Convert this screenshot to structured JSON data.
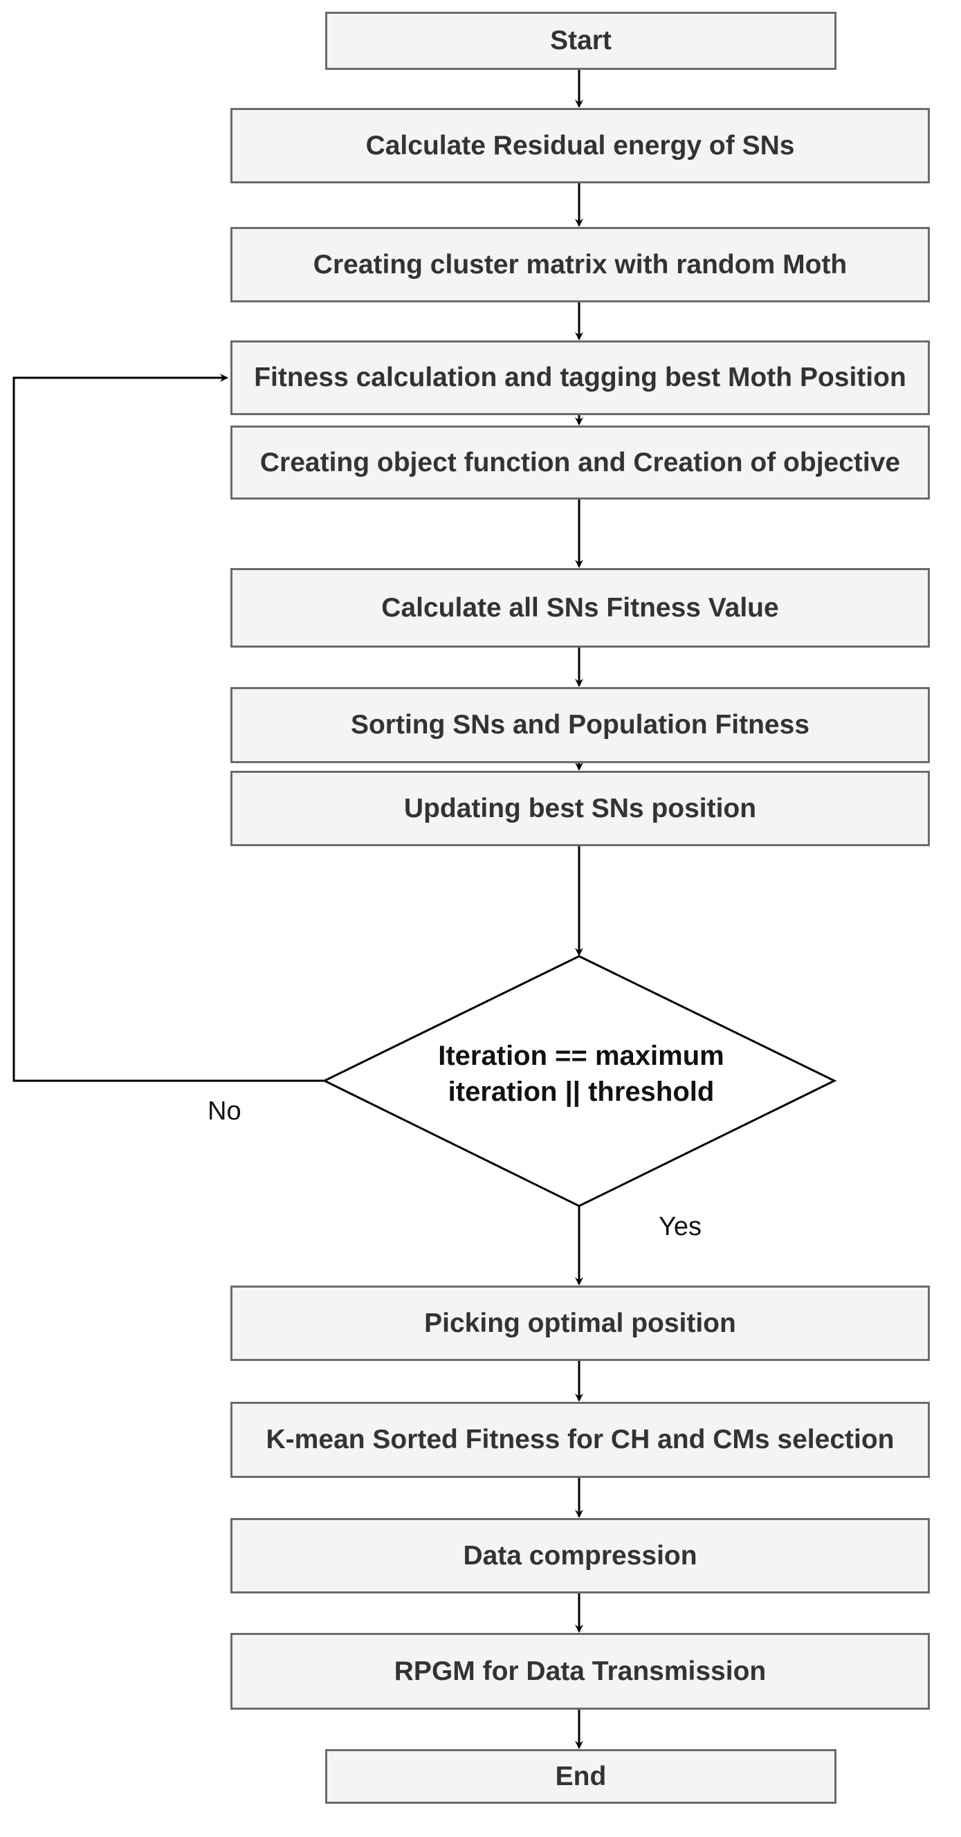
{
  "flowchart": {
    "start": "Start",
    "steps": [
      "Calculate Residual energy of SNs",
      "Creating cluster matrix with random Moth",
      "Fitness calculation and tagging best Moth Position",
      "Creating object function and Creation of objective",
      "Calculate all SNs Fitness Value",
      "Sorting SNs and Population Fitness",
      "Updating best SNs position"
    ],
    "decision": "Iteration == maximum iteration || threshold",
    "no_label": "No",
    "yes_label": "Yes",
    "after_steps": [
      "Picking optimal position",
      "K-mean Sorted Fitness for CH and CMs selection",
      "Data compression",
      "RPGM for Data Transmission"
    ],
    "end": "End"
  },
  "colors": {
    "box_fill": "#f5f3f3",
    "box_border": "#6b6b6b",
    "text": "#333333",
    "line": "#000000"
  }
}
